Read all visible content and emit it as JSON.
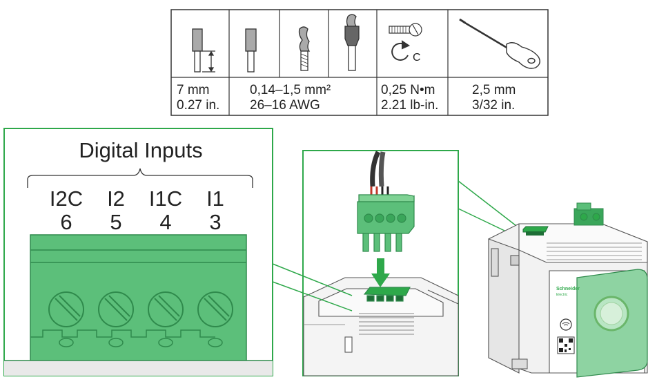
{
  "spec_table": {
    "strip_length": {
      "metric": "7 mm",
      "imperial": "0.27 in."
    },
    "wire_section": {
      "metric": "0,14–1,5 mm²",
      "imperial": "26–16 AWG"
    },
    "torque": {
      "metric": "0,25 N•m",
      "imperial": "2.21 lb-in.",
      "direction_symbol": "C"
    },
    "screwdriver": {
      "metric": "2,5 mm",
      "imperial": "3/32 in."
    }
  },
  "connector_detail": {
    "title": "Digital Inputs",
    "terminals": [
      {
        "label": "I2C",
        "number": "6"
      },
      {
        "label": "I2",
        "number": "5"
      },
      {
        "label": "I1C",
        "number": "4"
      },
      {
        "label": "I1",
        "number": "3"
      }
    ]
  },
  "device": {
    "brand": "Schneider",
    "brand_sub": "Electric"
  },
  "colors": {
    "terminal_green": "#5cbf7a",
    "terminal_dark": "#2f8a4c",
    "highlight_green": "#2ea84a",
    "line_dark": "#333333"
  }
}
